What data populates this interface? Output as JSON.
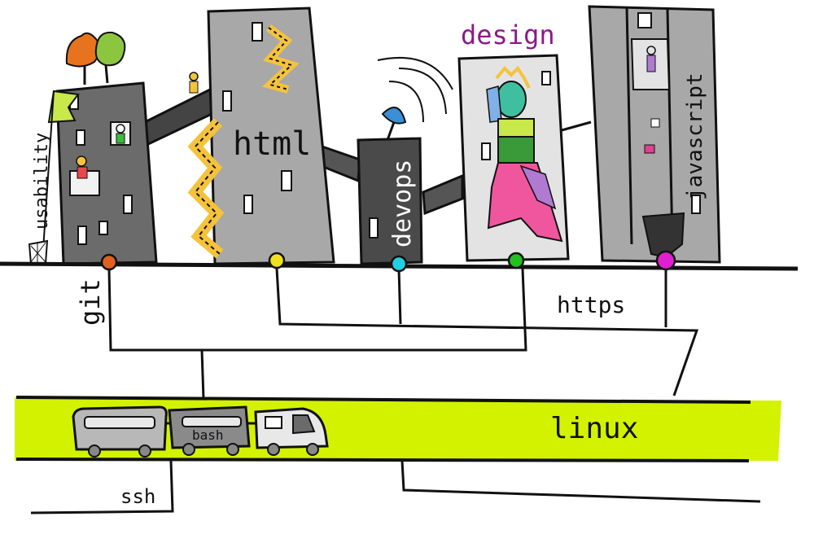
{
  "labels": {
    "usability": "usability",
    "html": "html",
    "devops": "devops",
    "design": "design",
    "javascript": "javascript",
    "git": "git",
    "https": "https",
    "linux": "linux",
    "bash": "bash",
    "ssh": "ssh"
  },
  "colors": {
    "building_dark": "#6b6b6b",
    "building_mid": "#a8a8a8",
    "building_light": "#e3e3e3",
    "building_devops": "#4a4a4a",
    "linux_band": "#d3f200",
    "design_text": "#8a1a8a",
    "node_git": "#e06020",
    "node_html": "#f0e020",
    "node_devops": "#20d0e0",
    "node_design": "#20c020",
    "node_javascript": "#e020d0",
    "stairs": "#f5c33b"
  }
}
